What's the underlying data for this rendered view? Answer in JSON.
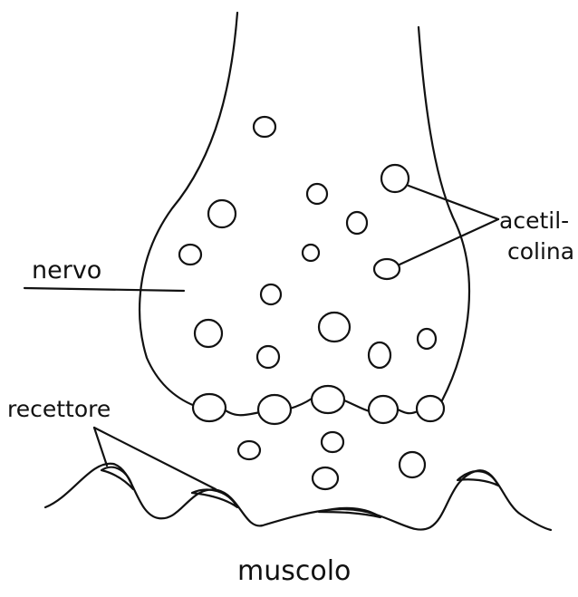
{
  "diagram": {
    "labels": {
      "nerve": "nervo",
      "acetylcholine_line1": "acetil-",
      "acetylcholine_line2": "colina",
      "receptor": "recettore",
      "muscle": "muscolo"
    },
    "colors": {
      "ink": "#111111",
      "background": "#ffffff"
    }
  }
}
